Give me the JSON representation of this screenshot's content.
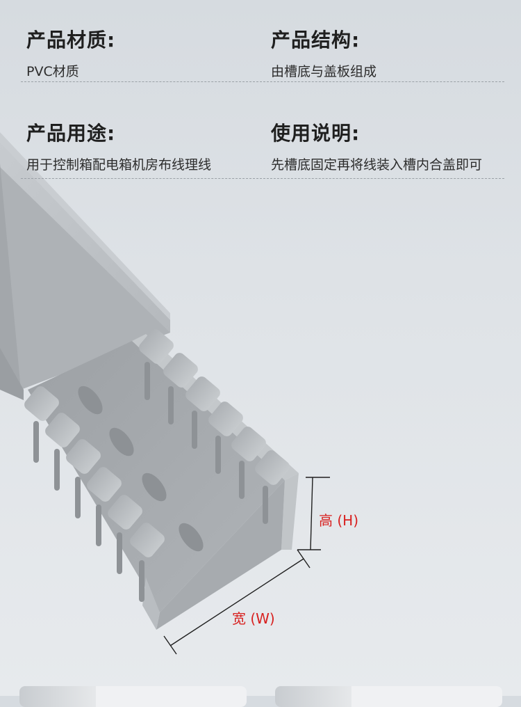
{
  "specs": {
    "material": {
      "title": "产品材质:",
      "value": "PVC材质"
    },
    "structure": {
      "title": "产品结构:",
      "value": "由槽底与盖板组成"
    },
    "usage": {
      "title": "产品用途:",
      "value": "用于控制箱配电箱机房布线理线"
    },
    "instructions": {
      "title": "使用说明:",
      "value": "先槽底固定再将线装入槽内合盖即可"
    }
  },
  "dimensions": {
    "height_label": "高 (H)",
    "width_label": "宽 (W)"
  },
  "colors": {
    "title_text": "#1f1f1f",
    "dimension_text": "#d8201f",
    "duct_body": "#b8bcc0",
    "background": "#dfe3e7"
  }
}
